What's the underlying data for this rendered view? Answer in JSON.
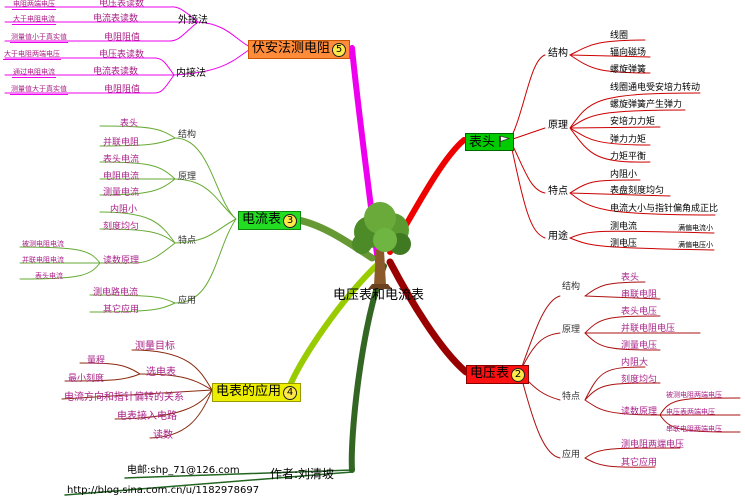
{
  "center": {
    "label": "电压表和电流表"
  },
  "voltammetry": {
    "title": "伏安法测电阻",
    "badge": "5",
    "external": {
      "label": "外接法",
      "items": [
        {
          "cond": "电阻两端电压",
          "value": "电压表读数"
        },
        {
          "cond": "大于电阻电流",
          "value": "电流表读数"
        },
        {
          "cond": "测量值小于真实值",
          "value": "电阻阻值"
        }
      ]
    },
    "internal": {
      "label": "内接法",
      "items": [
        {
          "cond": "大于电阻两端电压",
          "value": "电压表读数"
        },
        {
          "cond": "通过电阻电流",
          "value": "电流表读数"
        },
        {
          "cond": "测量值大于真实值",
          "value": "电阻阻值"
        }
      ]
    }
  },
  "ammeter": {
    "title": "电流表",
    "badge": "3",
    "structure": {
      "label": "结构",
      "items": [
        "表头",
        "并联电阻"
      ]
    },
    "principle": {
      "label": "原理",
      "items": [
        "表头电流",
        "电阻电流",
        "测量电流"
      ]
    },
    "features": {
      "label": "特点",
      "items": [
        "内阻小",
        "刻度均匀"
      ],
      "reading": {
        "label": "读数原理",
        "items": [
          "被测电阻电流",
          "并联电阻电流",
          "表头电流"
        ]
      }
    },
    "usage": {
      "label": "应用",
      "items": [
        "测电路电流",
        "其它应用"
      ]
    }
  },
  "application": {
    "title": "电表的应用",
    "badge": "4",
    "select": {
      "label": "选电表",
      "items": [
        "量程",
        "最小刻度"
      ]
    },
    "items": [
      "测量目标",
      "电流方向和指针偏转的关系",
      "电表接入电路",
      "读数"
    ]
  },
  "author": {
    "name": "作者:刘清坡",
    "email": "电邮:shp_71@126.com",
    "blog": "http://blog.sina.com.cn/u/1182978697"
  },
  "meter_head": {
    "title": "表头",
    "structure": {
      "label": "结构",
      "items": [
        "线圈",
        "辐向磁场",
        "螺旋弹簧"
      ]
    },
    "principle": {
      "label": "原理",
      "items": [
        "线圈通电受安培力转动",
        "螺旋弹簧产生弹力",
        "安培力力矩",
        "弹力力矩",
        "力矩平衡"
      ]
    },
    "features": {
      "label": "特点",
      "items": [
        "内阻小",
        "表盘刻度均匀",
        "电流大小与指针偏角成正比"
      ]
    },
    "usage": {
      "label": "用途",
      "items": [
        {
          "label": "测电流",
          "note": "满偏电流小"
        },
        {
          "label": "测电压",
          "note": "满偏电压小"
        }
      ]
    }
  },
  "voltmeter": {
    "title": "电压表",
    "badge": "2",
    "structure": {
      "label": "结构",
      "items": [
        "表头",
        "串联电阻"
      ]
    },
    "principle": {
      "label": "原理",
      "items": [
        "表头电压",
        "并联电阻电压",
        "测量电压"
      ]
    },
    "features": {
      "label": "特点",
      "items": [
        "内阻大",
        "刻度均匀"
      ],
      "reading": {
        "label": "读数原理",
        "items": [
          "被测电阻两端电压",
          "电压表两端电压",
          "串联电阻两端电压"
        ]
      }
    },
    "usage": {
      "label": "应用",
      "items": [
        "测电阻两端电压",
        "其它应用"
      ]
    }
  },
  "colors": {
    "magenta": "#ee00ee",
    "green": "#66aa33",
    "olive": "#5a8a1e",
    "ygreen": "#99cc00",
    "darkgreen": "#226622",
    "red": "#ee0000",
    "darkred": "#990000",
    "title_orange": "#ff8c3a",
    "title_green": "#22dd22",
    "title_red": "#ff1111",
    "title_yellow": "#eeee00",
    "title_head": "#00cc00"
  }
}
